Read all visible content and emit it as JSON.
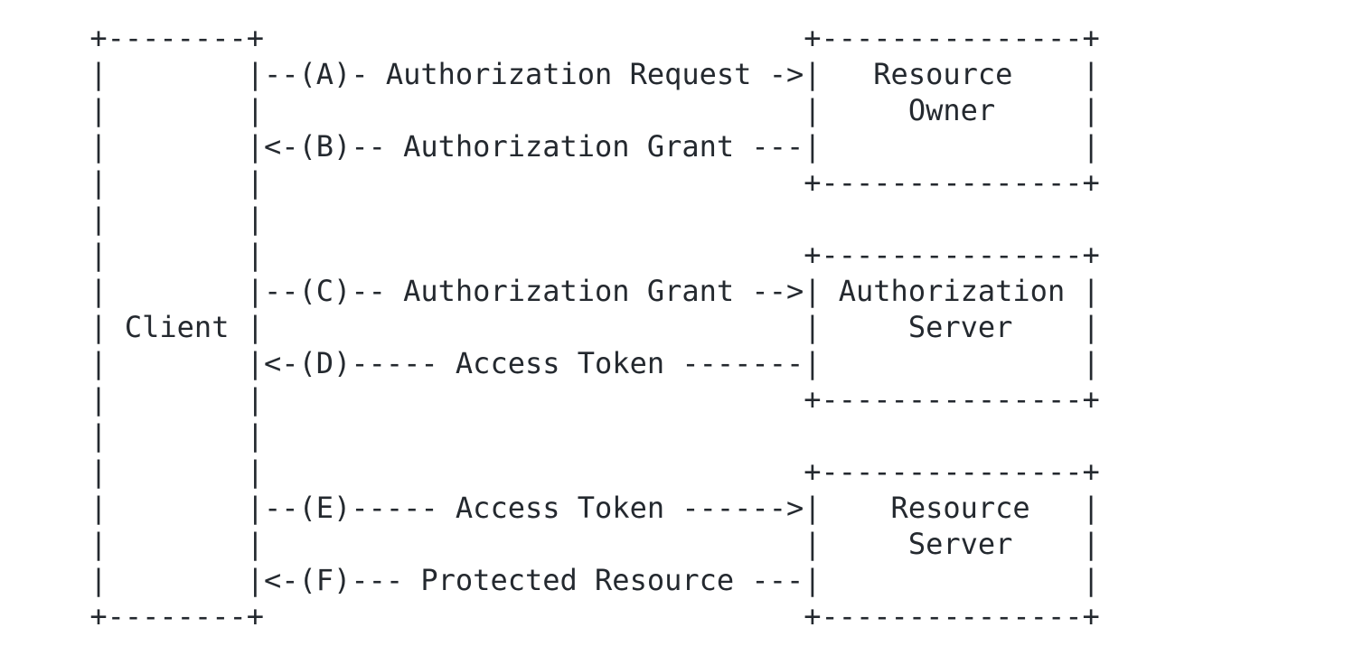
{
  "page": {
    "background_color": "#ffffff",
    "text_color": "#24292f"
  },
  "diagram": {
    "type": "ascii-art-protocol-flow",
    "lines": [
      "     +--------+                               +---------------+",
      "     |        |--(A)- Authorization Request ->|   Resource    |",
      "     |        |                               |     Owner     |",
      "     |        |<-(B)-- Authorization Grant ---|               |",
      "     |        |                               +---------------+",
      "     |        |",
      "     |        |                               +---------------+",
      "     |        |--(C)-- Authorization Grant -->| Authorization |",
      "     | Client |                               |     Server    |",
      "     |        |<-(D)----- Access Token -------|               |",
      "     |        |                               +---------------+",
      "     |        |",
      "     |        |                               +---------------+",
      "     |        |--(E)----- Access Token ------>|    Resource   |",
      "     |        |                               |     Server    |",
      "     |        |<-(F)--- Protected Resource ---|               |",
      "     +--------+                               +---------------+"
    ],
    "entities": [
      {
        "name": "Client"
      },
      {
        "name": "Resource Owner"
      },
      {
        "name": "Authorization Server"
      },
      {
        "name": "Resource Server"
      }
    ],
    "flows": [
      {
        "step": "A",
        "label": "Authorization Request",
        "from": "Client",
        "to": "Resource Owner"
      },
      {
        "step": "B",
        "label": "Authorization Grant",
        "from": "Resource Owner",
        "to": "Client"
      },
      {
        "step": "C",
        "label": "Authorization Grant",
        "from": "Client",
        "to": "Authorization Server"
      },
      {
        "step": "D",
        "label": "Access Token",
        "from": "Authorization Server",
        "to": "Client"
      },
      {
        "step": "E",
        "label": "Access Token",
        "from": "Client",
        "to": "Resource Server"
      },
      {
        "step": "F",
        "label": "Protected Resource",
        "from": "Resource Server",
        "to": "Client"
      }
    ]
  }
}
